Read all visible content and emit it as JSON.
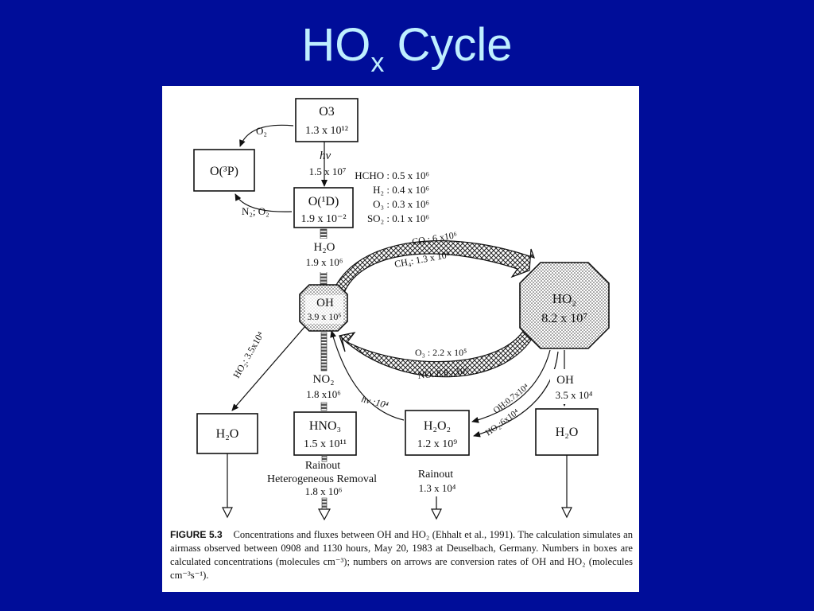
{
  "slide": {
    "title_main": "HO",
    "title_sub": "x",
    "title_rest": " Cycle"
  },
  "diagram": {
    "o3_box": {
      "species": "O3",
      "conc": "1.3 x 10¹²"
    },
    "o3p_box": {
      "species": "O(³P)"
    },
    "o1d_box": {
      "species": "O(¹D)",
      "conc": "1.9 x 10⁻²"
    },
    "oh_node": {
      "species": "OH",
      "conc": "3.9 x 10⁶"
    },
    "ho2_node": {
      "species": "HO₂",
      "conc": "8.2 x 10⁷"
    },
    "h2o_left_box": {
      "species": "H₂O"
    },
    "hno3_box": {
      "species": "HNO₃",
      "conc": "1.5 x 10¹¹"
    },
    "h2o2_box": {
      "species": "H₂O₂",
      "conc": "1.2 x 10⁹"
    },
    "h2o_right_box": {
      "species": "H₂O"
    },
    "labels": {
      "o2": "O₂",
      "n2_o2": "N₂; O₂",
      "hv": "hν",
      "hv_rate": "1.5 x 10⁷",
      "h2o": "H₂O",
      "h2o_rate": "1.9 x 10⁶",
      "hcho": "HCHO : 0.5 x 10⁶",
      "h2": "H₂ : 0.4 x 10⁶",
      "o3_rate": "O₃ : 0.3 x 10⁶",
      "so2": "SO₂ : 0.1 x 10⁶",
      "co": "CO : 6 x10⁶",
      "ch4": "CH₄: 1.3 x 10⁶",
      "o3_back": "O₃ : 2.2 x 10⁵",
      "no_back": "NO: 8.8 x10⁶",
      "ho2_to_h2o": "HO₂: 3.5x10⁴",
      "no2": "NO₂",
      "no2_rate": "1.8 x10⁶",
      "hv_h2o2": "hν :10⁴",
      "oh_h2o2": "OH:0.7x10⁴",
      "ho2_h2o2": "HO₂:6x10⁴",
      "oh_right": "OH",
      "oh_right_rate": "3.5 x 10⁴",
      "rainout_1": "Rainout",
      "het_removal": "Heterogeneous  Removal",
      "removal_rate": "1.8 x 10⁶",
      "rainout_2": "Rainout",
      "rainout_2_rate": "1.3 x 10⁴"
    }
  },
  "caption": {
    "label": "FIGURE 5.3",
    "text": "Concentrations and fluxes between OH and HO₂ (Ehhalt et al., 1991). The calculation simulates an airmass observed between 0908 and 1130 hours, May 20, 1983 at Deuselbach, Germany. Numbers in boxes are calculated concentrations (molecules cm⁻³); numbers on arrows are conversion rates of OH and HO₂ (molecules cm⁻³s⁻¹)."
  }
}
